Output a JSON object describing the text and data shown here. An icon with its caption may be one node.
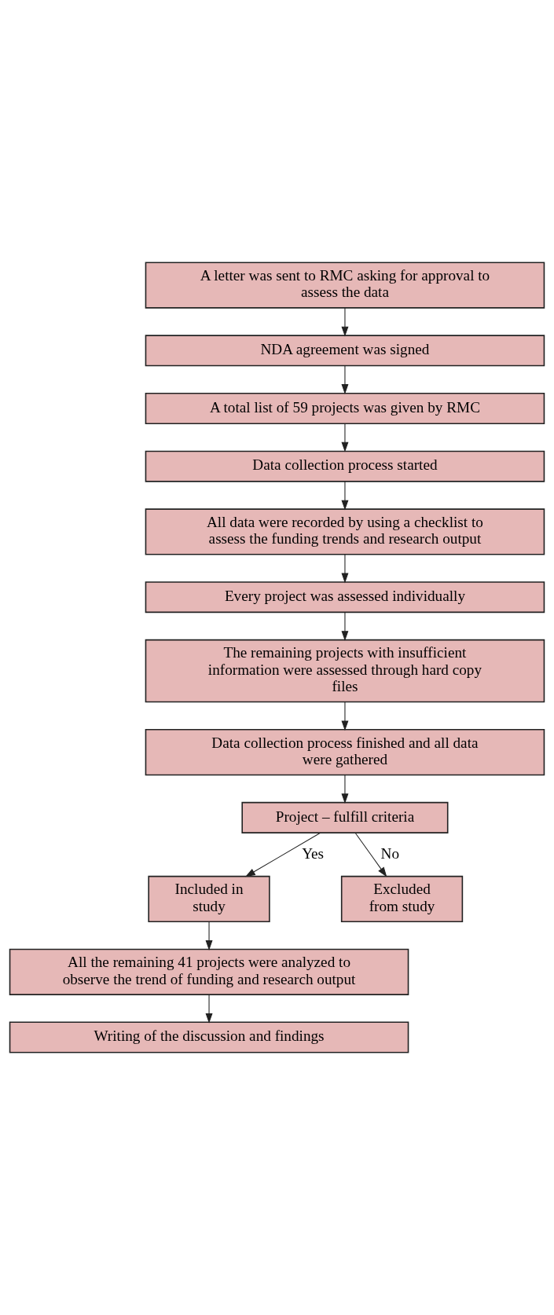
{
  "diagram": {
    "nodes": [
      {
        "text": [
          "A letter was sent to RMC asking for approval to assess the data"
        ]
      },
      {
        "text": [
          "NDA agreement was signed"
        ]
      },
      {
        "text": [
          "A total list of 59 projects was given by RMC"
        ]
      },
      {
        "text": [
          "Data collection process started"
        ]
      },
      {
        "text": [
          "All data were recorded by using a checklist to assess the funding trends and research output"
        ]
      },
      {
        "text": [
          "Every project was assessed individually"
        ]
      },
      {
        "text": [
          "The remaining projects with insufficient information were assessed through hard copy files"
        ]
      },
      {
        "text": [
          "Data collection process finished and all data were gathered"
        ]
      },
      {
        "text": [
          "Project – fulfill criteria"
        ]
      },
      {
        "text": [
          "Included in study"
        ]
      },
      {
        "text": [
          "Excluded from study"
        ]
      },
      {
        "text": [
          "All the remaining 41 projects were analyzed to observe the trend of funding and research output"
        ]
      },
      {
        "text": [
          "Writing of the discussion and findings"
        ]
      }
    ],
    "edges": [
      {
        "from": 0,
        "to": 1,
        "arrow": "to"
      },
      {
        "from": 1,
        "to": 2,
        "arrow": "to"
      },
      {
        "from": 2,
        "to": 3,
        "arrow": "to"
      },
      {
        "from": 3,
        "to": 4,
        "arrow": "to"
      },
      {
        "from": 4,
        "to": 5,
        "arrow": "to"
      },
      {
        "from": 5,
        "to": 6,
        "arrow": "to"
      },
      {
        "from": 6,
        "to": 7,
        "arrow": "to"
      },
      {
        "from": 7,
        "to": 8,
        "arrow": "to"
      },
      {
        "from": 8,
        "to": 9,
        "arrow": "to",
        "label": "Yes"
      },
      {
        "from": 8,
        "to": 10,
        "arrow": "to",
        "label": "No"
      },
      {
        "from": 9,
        "to": 11,
        "arrow": "to"
      },
      {
        "from": 11,
        "to": 12,
        "arrow": "to"
      }
    ]
  }
}
